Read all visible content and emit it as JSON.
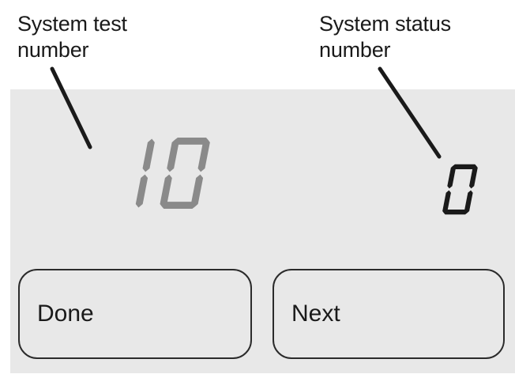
{
  "annotations": {
    "test_number_label": "System test\nnumber",
    "status_number_label": "System status\nnumber"
  },
  "device": {
    "panel_color": "#e8e8e8",
    "display": {
      "test_number": {
        "value": "10",
        "digits": [
          "1",
          "0"
        ],
        "color": "#8a8a8a",
        "style": "seven-segment-italic"
      },
      "status_number": {
        "value": "0",
        "digits": [
          "0"
        ],
        "color": "#1a1a1a",
        "style": "seven-segment-italic"
      }
    },
    "buttons": {
      "done_label": "Done",
      "next_label": "Next"
    }
  },
  "colors": {
    "background": "#ffffff",
    "panel": "#e8e8e8",
    "text": "#1a1a1a",
    "digit_gray": "#8a8a8a",
    "digit_black": "#1a1a1a",
    "outline": "#2b2b2b"
  }
}
